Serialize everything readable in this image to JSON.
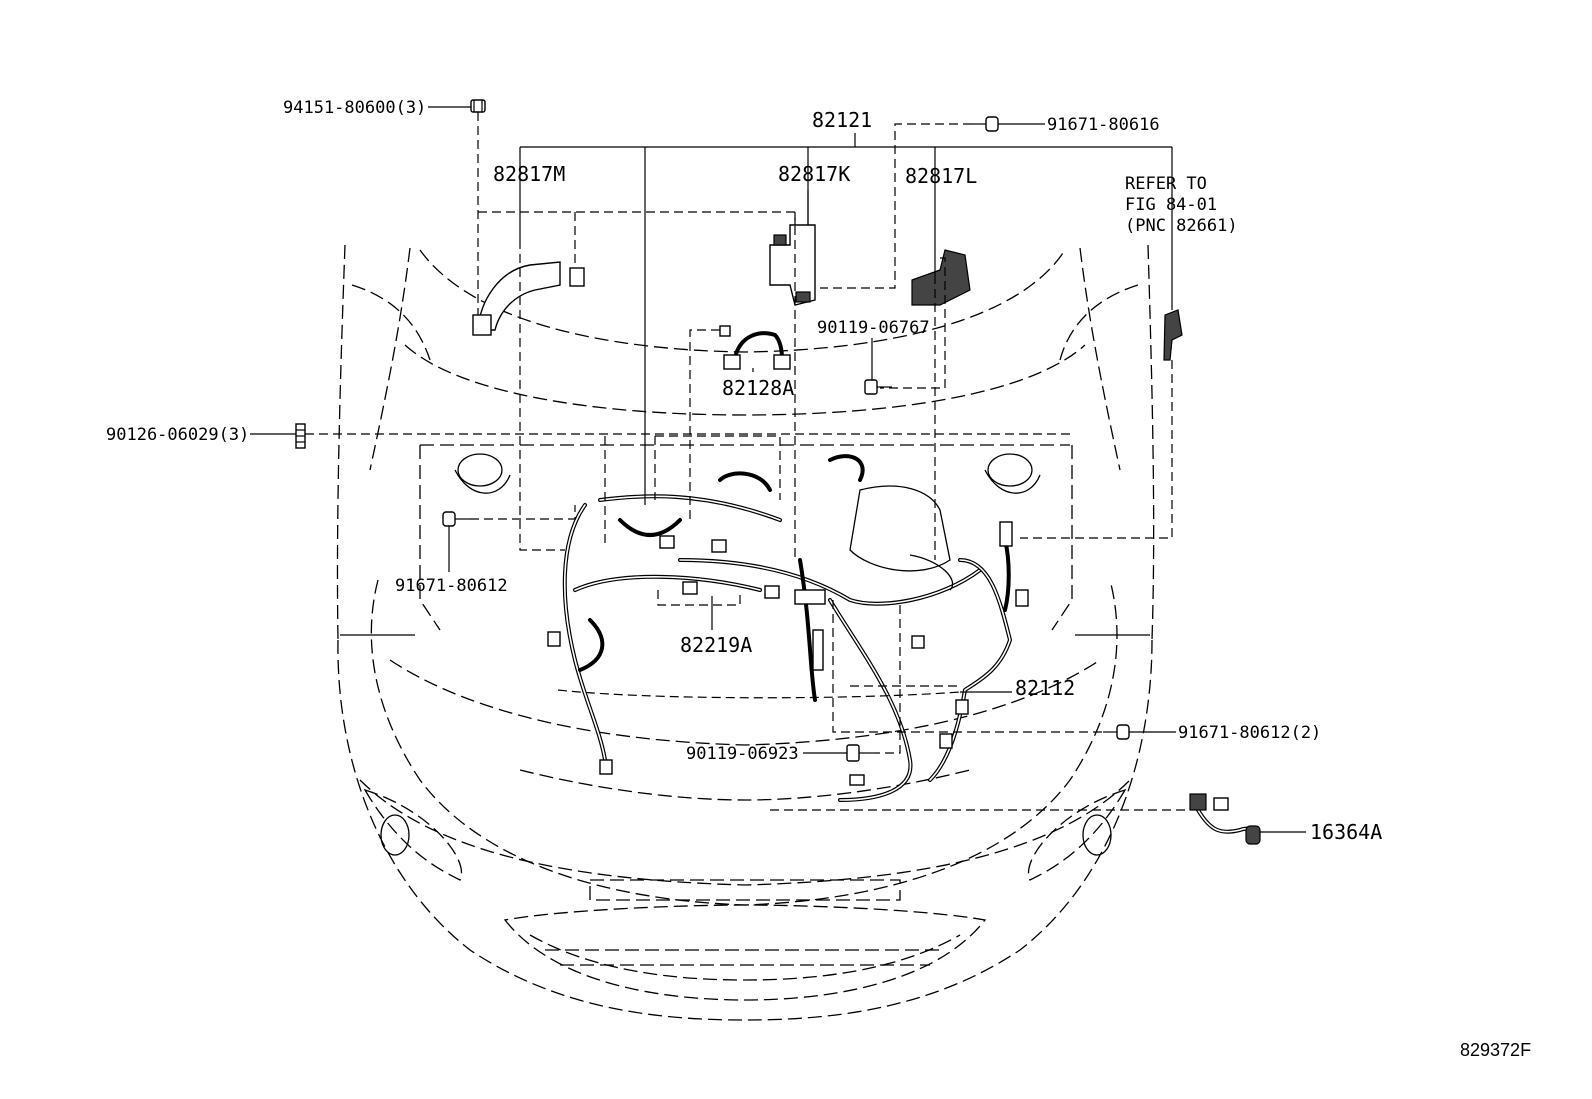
{
  "labels": {
    "p94151": "94151-80600(3)",
    "p82121": "82121",
    "p91671_top": "91671-80616",
    "p82817m": "82817M",
    "p82817k": "82817K",
    "p82817l": "82817L",
    "refer_1": "REFER TO",
    "refer_2": "FIG 84-01",
    "refer_3": "(PNC 82661)",
    "p90119_a": "90119-06767",
    "p82128a": "82128A",
    "p90126": "90126-06029(3)",
    "p91671_left": "91671-80612",
    "p82219a": "82219A",
    "p82112": "82112",
    "p91671_right": "91671-80612(2)",
    "p90119_b": "90119-06923",
    "p16364a": "16364A",
    "figure_number": "829372F"
  },
  "icons": {
    "nut": "hex-nut-icon",
    "bolt": "flange-bolt-icon",
    "stud": "stud-bolt-icon",
    "bracket": "wiring-bracket-icon",
    "harness": "wire-harness-icon"
  }
}
